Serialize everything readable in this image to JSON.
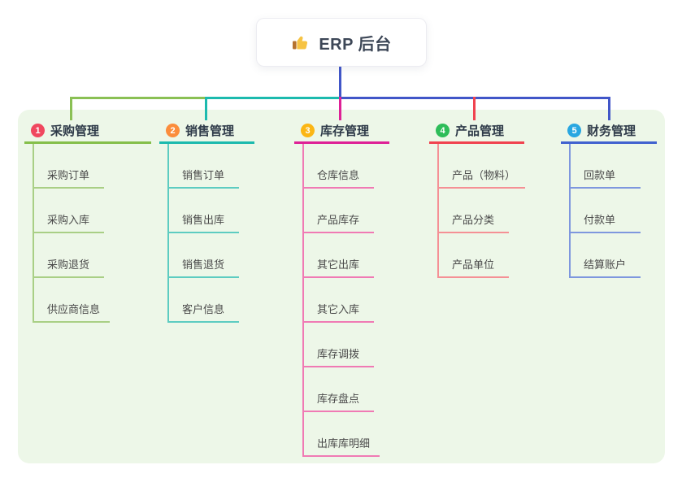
{
  "root": {
    "title": "ERP 后台",
    "icon": "thumbs-up-icon"
  },
  "connector_colors": {
    "root_stem": "#4156c8",
    "purchase": "#8ac054",
    "sales": "#1cbaae",
    "inventory": "#de2196",
    "product": "#f0434f",
    "finance": "#4156c8"
  },
  "panel_background": "#edf7e8",
  "branches": [
    {
      "index": "1",
      "title": "采购管理",
      "badge_color": "#f0485f",
      "line_color": "#85bf4a",
      "child_line_color": "#a9cf85",
      "children": [
        "采购订单",
        "采购入库",
        "采购退货",
        "供应商信息"
      ]
    },
    {
      "index": "2",
      "title": "销售管理",
      "badge_color": "#fb8d3c",
      "line_color": "#1cbaae",
      "child_line_color": "#5dccc1",
      "children": [
        "销售订单",
        "销售出库",
        "销售退货",
        "客户信息"
      ]
    },
    {
      "index": "3",
      "title": "库存管理",
      "badge_color": "#fbb614",
      "line_color": "#de2196",
      "child_line_color": "#f07ab4",
      "children": [
        "仓库信息",
        "产品库存",
        "其它出库",
        "其它入库",
        "库存调拨",
        "库存盘点",
        "出库库明细"
      ]
    },
    {
      "index": "4",
      "title": "产品管理",
      "badge_color": "#2ebd59",
      "line_color": "#f0434f",
      "child_line_color": "#f59095",
      "children": [
        "产品（物料）",
        "产品分类",
        "产品单位"
      ]
    },
    {
      "index": "5",
      "title": "财务管理",
      "badge_color": "#29a7e1",
      "line_color": "#4162cf",
      "child_line_color": "#7e97de",
      "children": [
        "回款单",
        "付款单",
        "结算账户"
      ]
    }
  ]
}
